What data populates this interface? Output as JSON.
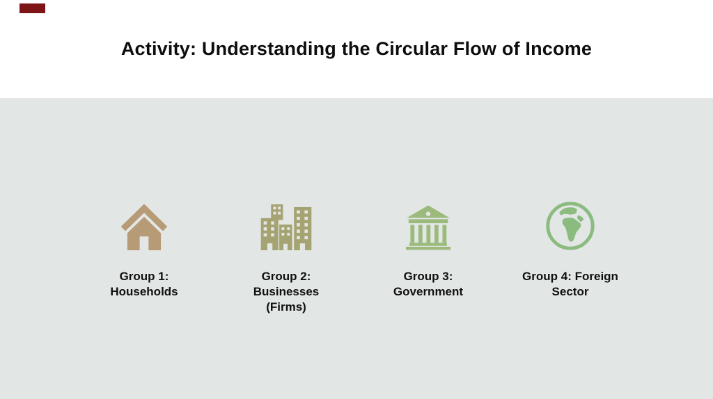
{
  "slide": {
    "title": "Activity: Understanding the Circular Flow of Income",
    "title_color": "#0d0d0d"
  },
  "logo": {
    "color": "#7d1416"
  },
  "panel": {
    "background": "#e2e6e5"
  },
  "groups": [
    {
      "label": "Group 1:\nHouseholds",
      "icon": "house-icon",
      "icon_color": "#b79b77"
    },
    {
      "label": "Group 2:\nBusinesses\n(Firms)",
      "icon": "buildings-icon",
      "icon_color": "#a6a372"
    },
    {
      "label": "Group 3:\nGovernment",
      "icon": "bank-icon",
      "icon_color": "#9cba7c"
    },
    {
      "label": "Group 4: Foreign\nSector",
      "icon": "globe-icon",
      "icon_color": "#8cbb80"
    }
  ]
}
